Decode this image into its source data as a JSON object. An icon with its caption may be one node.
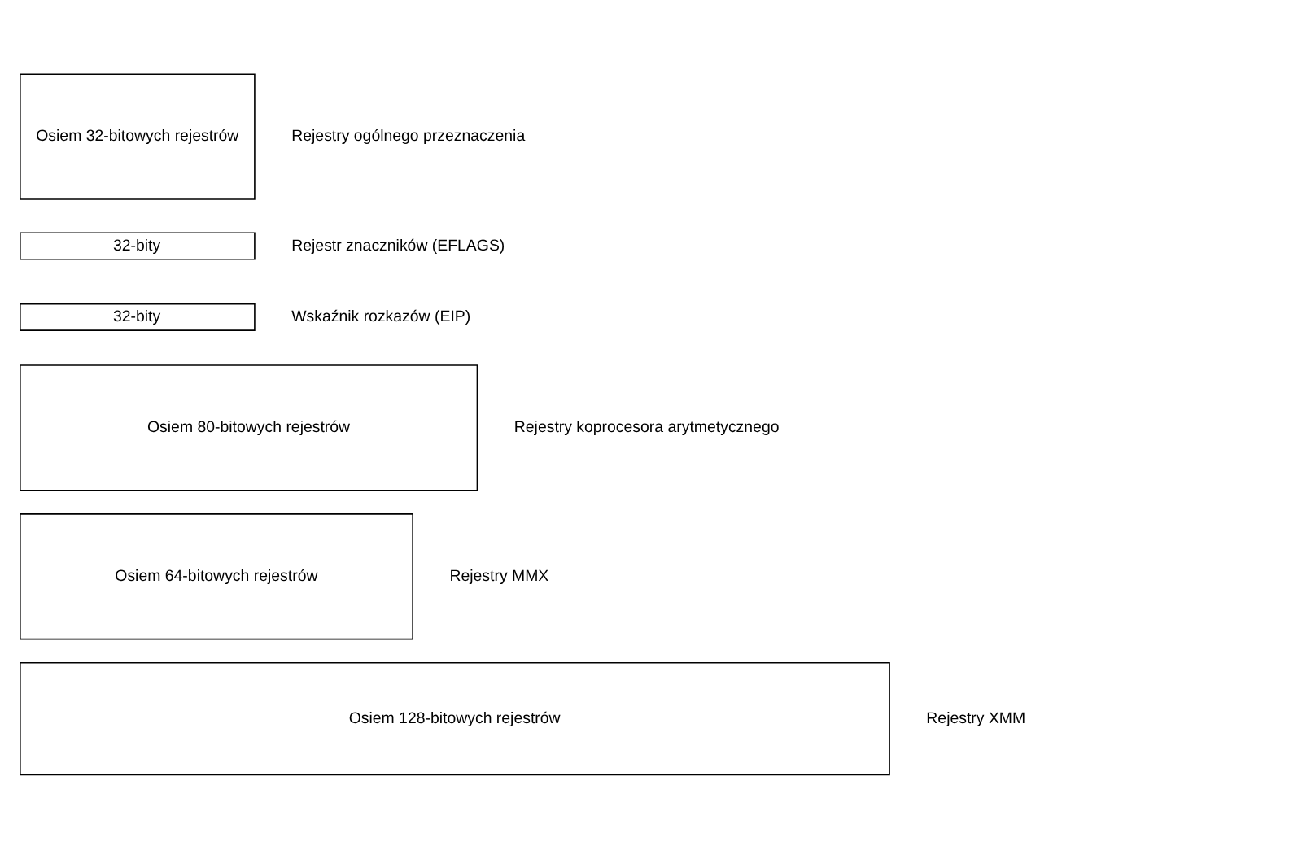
{
  "diagram": {
    "nodes": [
      {
        "text": [
          "Osiem 32-bitowych rejestrów"
        ],
        "beside": [
          "Rejestry ogólnego przeznaczenia"
        ]
      },
      {
        "text": [
          "32-bity"
        ],
        "beside": [
          "Rejestr znaczników (EFLAGS)"
        ]
      },
      {
        "text": [
          "32-bity"
        ],
        "beside": [
          "Wskaźnik rozkazów (EIP)"
        ]
      },
      {
        "text": [
          "Osiem 80-bitowych rejestrów"
        ],
        "beside": [
          "Rejestry koprocesora arytmetycznego"
        ]
      },
      {
        "text": [
          "Osiem 64-bitowych rejestrów"
        ],
        "beside": [
          "Rejestry MMX"
        ]
      },
      {
        "text": [
          "Osiem 128-bitowych rejestrów"
        ],
        "beside": [
          "Rejestry XMM"
        ]
      }
    ],
    "edges": []
  }
}
